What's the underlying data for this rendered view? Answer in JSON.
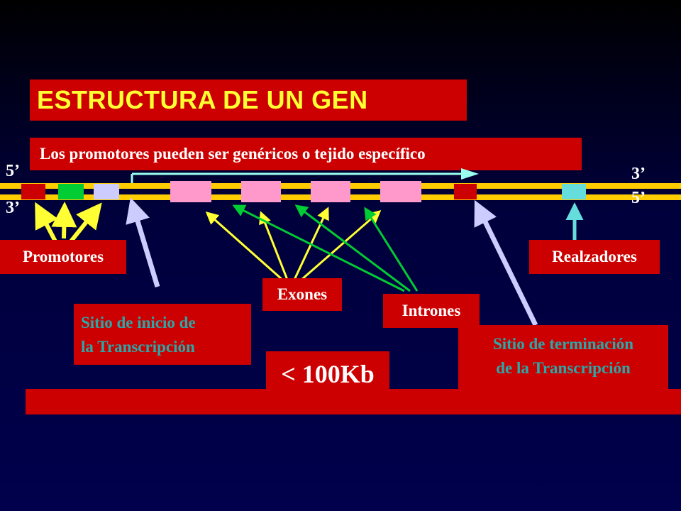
{
  "title": "ESTRUCTURA DE UN GEN",
  "subtitle": "Los promotores pueden ser genéricos o tejido específico",
  "strand_labels": {
    "top_left": "5’",
    "bottom_left": "3’",
    "top_right": "3’",
    "bottom_right": "5’"
  },
  "labels": {
    "promotores": "Promotores",
    "realzadores": "Realzadores",
    "exones": "Exones",
    "intrones": "Intrones",
    "inicio_line1": "Sitio de inicio de",
    "inicio_line2": "la Transcripción",
    "terminacion_line1": "Sitio de terminación",
    "terminacion_line2": "de la Transcripción",
    "size": "< 100Kb"
  },
  "colors": {
    "background": "#00004c",
    "label_box": "#cc0000",
    "title_text": "#ffff33",
    "dna_strand": "#ffcc00",
    "exon": "#ff99cc",
    "promoter_green": "#00cc33",
    "promoter_lavender": "#ccccff",
    "enhancer": "#66dddd",
    "transcript_arrow": "#99ffee",
    "arrow_yellow": "#ffff33",
    "arrow_green": "#00cc33",
    "arrow_lavender": "#ccccff",
    "site_text_teal": "#2aa8a8"
  }
}
